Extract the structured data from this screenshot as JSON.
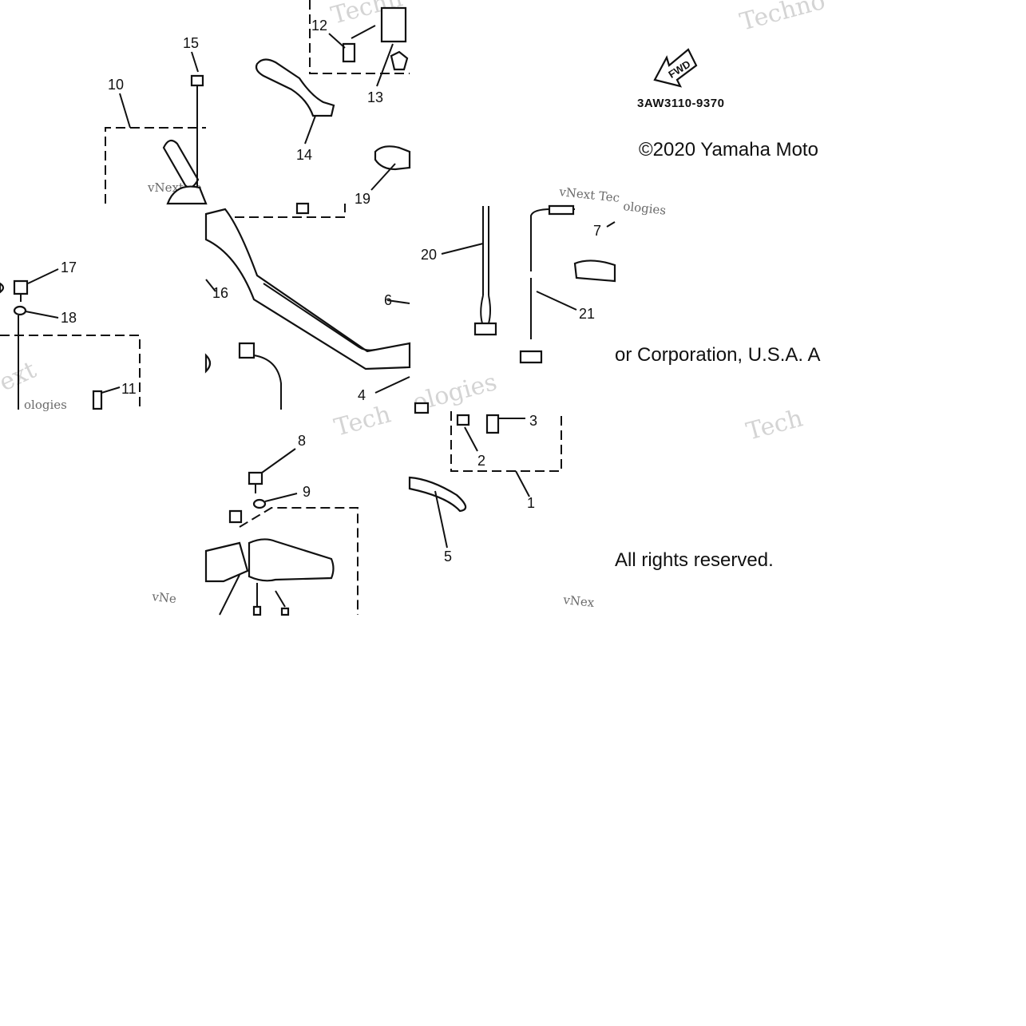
{
  "diagram": {
    "part_code": "3AW3110-9370",
    "fwd_label": "FWD",
    "copyright": {
      "line1": "©2020 Yamaha Moto",
      "line2": "or Corporation, U.S.A. A",
      "line3": "All rights reserved."
    },
    "callouts": [
      "1",
      "2",
      "3",
      "4",
      "5",
      "6",
      "7",
      "8",
      "9",
      "10",
      "11",
      "12",
      "13",
      "14",
      "15",
      "16",
      "17",
      "18",
      "19",
      "20",
      "21"
    ]
  }
}
